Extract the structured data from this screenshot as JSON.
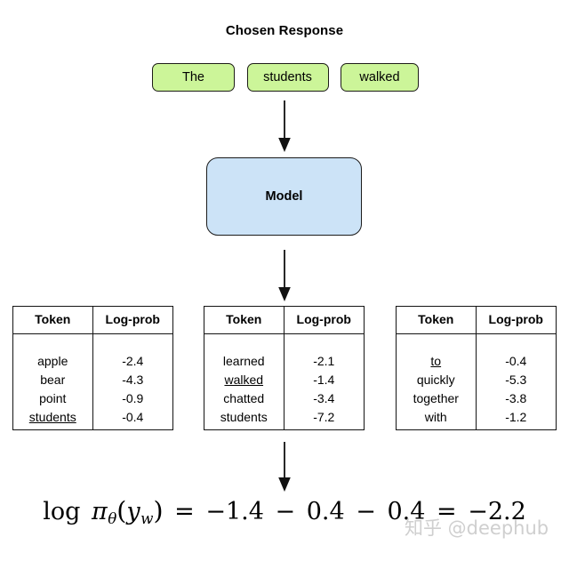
{
  "diagram": {
    "title": "Chosen Response",
    "response_tokens": [
      {
        "label": "The"
      },
      {
        "label": "students"
      },
      {
        "label": "walked"
      }
    ],
    "model_box": {
      "label": "Model",
      "fill_color": "#cce3f7",
      "border_color": "#1b1b1b"
    },
    "token_chip_style": {
      "fill_color": "#ccf599",
      "border_color": "#1d1d17"
    },
    "arrows": [
      {
        "name": "tokens-to-model"
      },
      {
        "name": "model-to-tables"
      },
      {
        "name": "tables-to-formula"
      }
    ],
    "tables": [
      {
        "headers": [
          "Token",
          "Log-prob"
        ],
        "rows": [
          {
            "token": "apple",
            "logprob": "-2.4",
            "selected": false
          },
          {
            "token": "bear",
            "logprob": "-4.3",
            "selected": false
          },
          {
            "token": "point",
            "logprob": "-0.9",
            "selected": false
          },
          {
            "token": "students",
            "logprob": "-0.4",
            "selected": true
          }
        ]
      },
      {
        "headers": [
          "Token",
          "Log-prob"
        ],
        "rows": [
          {
            "token": "learned",
            "logprob": "-2.1",
            "selected": false
          },
          {
            "token": "walked",
            "logprob": "-1.4",
            "selected": true
          },
          {
            "token": "chatted",
            "logprob": "-3.4",
            "selected": false
          },
          {
            "token": "students",
            "logprob": "-7.2",
            "selected": false
          }
        ]
      },
      {
        "headers": [
          "Token",
          "Log-prob"
        ],
        "rows": [
          {
            "token": "to",
            "logprob": "-0.4",
            "selected": true
          },
          {
            "token": "quickly",
            "logprob": "-5.3",
            "selected": false
          },
          {
            "token": "together",
            "logprob": "-3.8",
            "selected": false
          },
          {
            "token": "with",
            "logprob": "-1.2",
            "selected": false
          }
        ]
      }
    ],
    "formula": {
      "lhs_fn": "log",
      "lhs_pi": "π",
      "lhs_pi_sub": "θ",
      "lhs_arg": "y",
      "lhs_arg_sub": "w",
      "equals": "=",
      "terms": [
        "−1.4",
        "−0.4",
        "−0.4"
      ],
      "minus": "−",
      "result": "−2.2",
      "plain_text": "log πθ(yw) = −1.4 − 0.4 − 0.4 = −2.2"
    },
    "watermark": "知乎 @deephub"
  }
}
